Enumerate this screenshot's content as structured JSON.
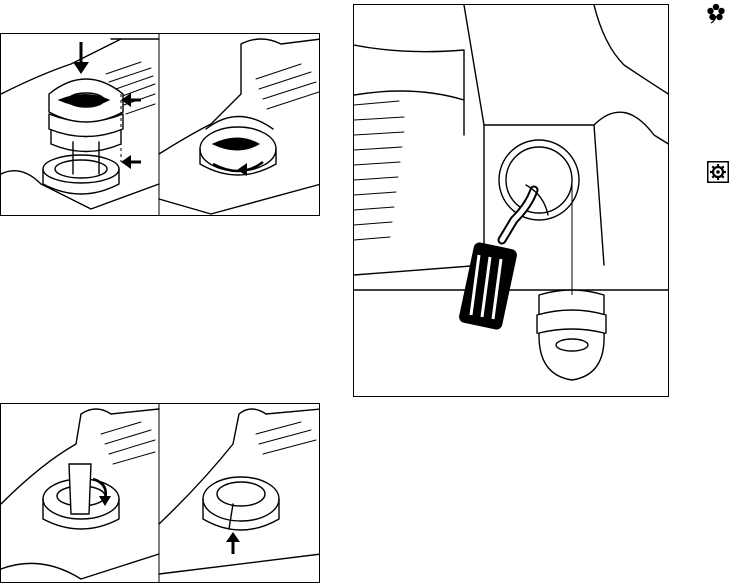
{
  "page": {
    "background": "#ffffff",
    "line_color": "#000000"
  },
  "figures": [
    {
      "id": "fig-1",
      "subject": "cap-removal-press"
    },
    {
      "id": "fig-2",
      "subject": "cap-rotate"
    },
    {
      "id": "fig-3",
      "subject": "filler-neck-pickup-body"
    },
    {
      "id": "fig-4",
      "subject": "cap-flip-handle"
    },
    {
      "id": "fig-5",
      "subject": "cap-locked"
    }
  ],
  "icons": {
    "environment": "flower-icon",
    "settings": "gear-icon"
  }
}
